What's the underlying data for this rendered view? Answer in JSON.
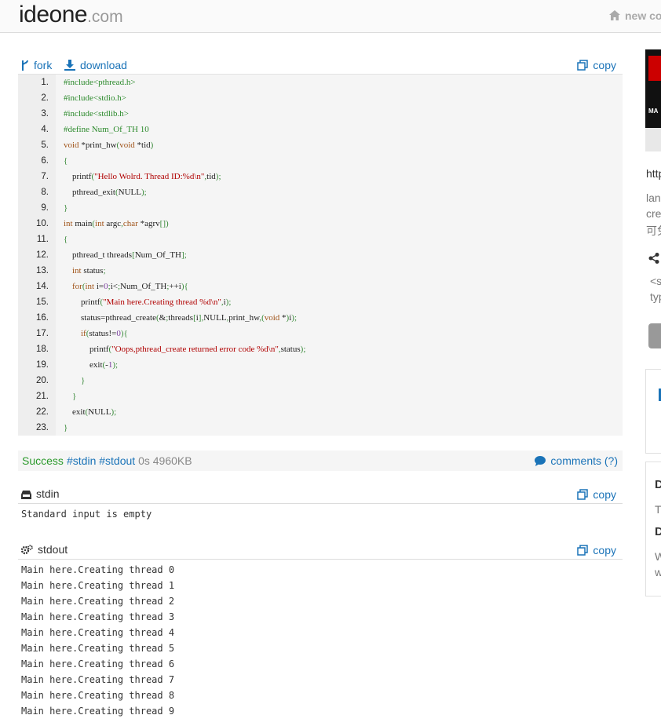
{
  "header": {
    "logo_main": "ideone",
    "logo_tld": ".com",
    "new_code": "new co"
  },
  "toolbar": {
    "fork": "fork",
    "download": "download",
    "copy": "copy"
  },
  "code": {
    "lines": [
      "#include<pthread.h>",
      "#include<stdio.h>",
      "#include<stdlib.h>",
      "#define Num_Of_TH 10",
      "void *print_hw(void *tid)",
      "{",
      "    printf(\"Hello Wolrd. Thread ID:%d\\n\",tid);",
      "    pthread_exit(NULL);",
      "}",
      "int main(int argc,char *agrv[])",
      "{",
      "    pthread_t threads[Num_Of_TH];",
      "    int status;",
      "    for(int i=0;i<Num_Of_TH;++i){",
      "        printf(\"Main here.Creating thread %d\\n\",i);",
      "        status=pthread_create(&threads[i],NULL,print_hw,(void *)i);",
      "        if(status!=0){",
      "            printf(\"Oops,pthread_create returned error code %d\\n\",status);",
      "            exit(-1);",
      "        }",
      "    }",
      "    exit(NULL);",
      "}"
    ]
  },
  "result": {
    "status": "Success",
    "tag_stdin": "#stdin",
    "tag_stdout": "#stdout",
    "time": "0s",
    "memory": "4960KB",
    "comments": "comments (?)"
  },
  "stdin": {
    "title": "stdin",
    "copy": "copy",
    "content": "Standard input is empty"
  },
  "stdout": {
    "title": "stdout",
    "copy": "copy",
    "lines": [
      "Main here.Creating thread 0",
      "Main here.Creating thread 1",
      "Main here.Creating thread 2",
      "Main here.Creating thread 3",
      "Main here.Creating thread 4",
      "Main here.Creating thread 5",
      "Main here.Creating thread 6",
      "Main here.Creating thread 7",
      "Main here.Creating thread 8",
      "Main here.Creating thread 9"
    ]
  },
  "sidebar": {
    "url_fragment": "http",
    "desc_1": "lan",
    "desc_2": "cre",
    "desc_3": "可免",
    "embed_1": "<s",
    "embed_2": "typ",
    "box_d1": "D",
    "box_t": "T",
    "box_d2": "D",
    "box_w1": "W",
    "box_w2": "w"
  },
  "colors": {
    "link": "#1a73b8",
    "success": "#2c9a2c",
    "code_bg": "#f5f5f5"
  }
}
